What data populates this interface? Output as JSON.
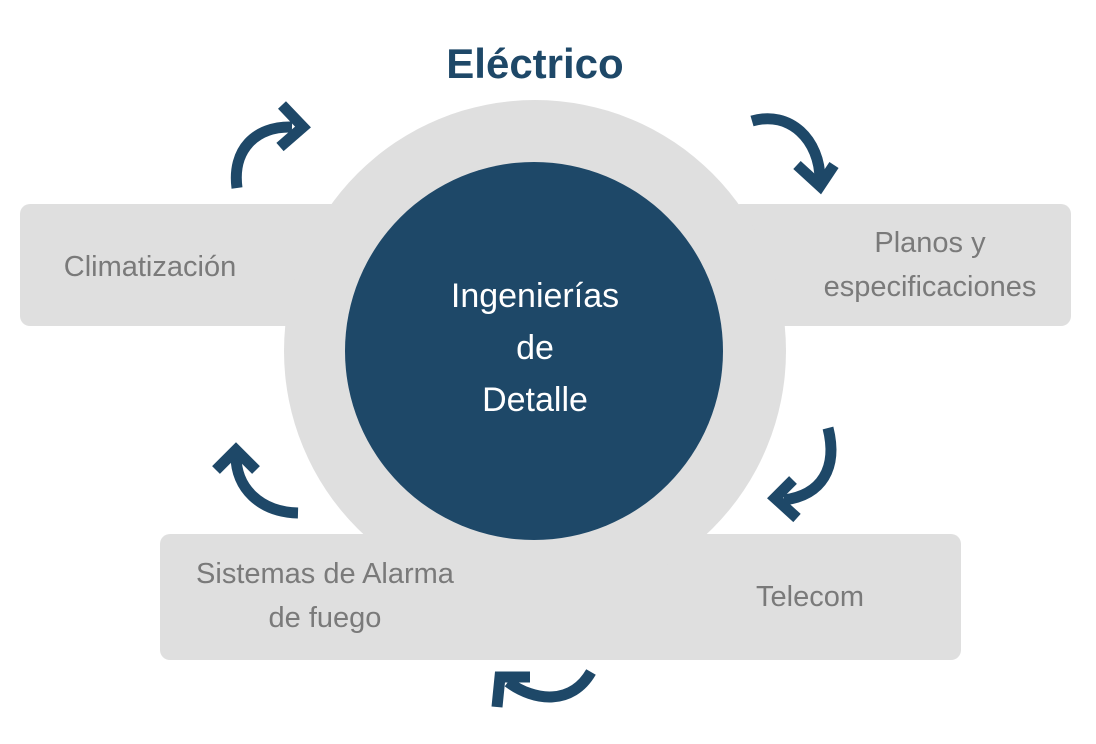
{
  "diagram": {
    "title": "Eléctrico",
    "center": {
      "line1": "Ingenierías",
      "line2": "de",
      "line3": "Detalle"
    },
    "nodes": {
      "left": "Climatización",
      "right_line1": "Planos y",
      "right_line2": "especificaciones",
      "bottom_left_line1": "Sistemas de Alarma",
      "bottom_left_line2": "de fuego",
      "bottom_right": "Telecom"
    },
    "colors": {
      "accent": "#1e4868",
      "box": "#dfdfdf",
      "box_text": "#7a7a7a",
      "center_text": "#ffffff"
    },
    "arrows": [
      "clockwise-arrow-top-left",
      "clockwise-arrow-top-right",
      "clockwise-arrow-right",
      "clockwise-arrow-bottom",
      "clockwise-arrow-left"
    ]
  }
}
